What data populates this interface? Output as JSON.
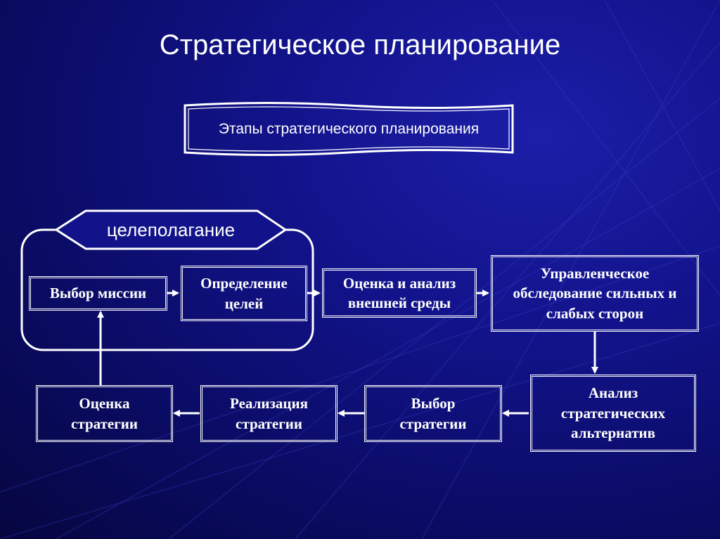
{
  "slide": {
    "title": "Стратегическое планирование",
    "subtitle": "Этапы стратегического планирования",
    "group_label": "целеполагание"
  },
  "nodes": {
    "mission": "Выбор миссии",
    "goals": "Определение целей",
    "external": "Оценка и анализ внешней среды",
    "swot": "Управленческое обследование сильных и слабых сторон",
    "alternatives": "Анализ стратегических альтернатив",
    "choice": "Выбор стратегии",
    "implementation": "Реализация стратегии",
    "evaluation": "Оценка стратегии"
  },
  "colors": {
    "background": "#12138a",
    "line": "#ffffff"
  }
}
